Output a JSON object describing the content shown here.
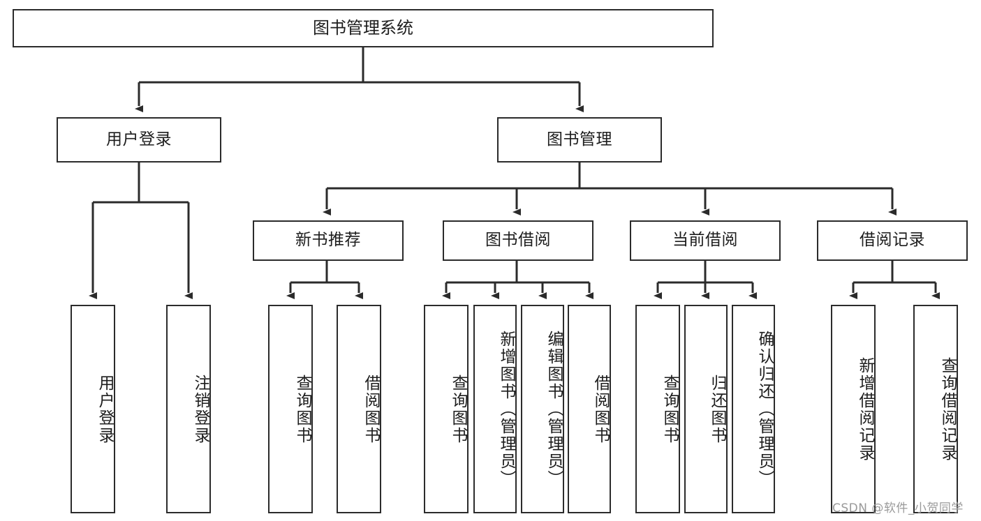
{
  "diagram": {
    "type": "tree-hierarchy",
    "title": "图书管理系统",
    "root": {
      "label": "图书管理系统"
    },
    "level2": [
      {
        "label": "用户登录"
      },
      {
        "label": "图书管理"
      }
    ],
    "level3": [
      {
        "label": "新书推荐"
      },
      {
        "label": "图书借阅"
      },
      {
        "label": "当前借阅"
      },
      {
        "label": "借阅记录"
      }
    ],
    "leaves": {
      "user_login": [
        {
          "label": "用户登录"
        },
        {
          "label": "注销登录"
        }
      ],
      "new_book_recommend": [
        {
          "label": "查询图书"
        },
        {
          "label": "借阅图书"
        }
      ],
      "book_borrow": [
        {
          "label": "查询图书"
        },
        {
          "label": "新增图书（管理员）"
        },
        {
          "label": "编辑图书（管理员）"
        },
        {
          "label": "借阅图书"
        }
      ],
      "current_borrow": [
        {
          "label": "查询图书"
        },
        {
          "label": "归还图书"
        },
        {
          "label": "确认归还（管理员）"
        }
      ],
      "borrow_record": [
        {
          "label": "新增借阅记录"
        },
        {
          "label": "查询借阅记录"
        }
      ]
    }
  },
  "watermark": {
    "text": "CSDN @软件_小贺同学"
  },
  "colors": {
    "stroke": "#2b2b2b",
    "fill": "#ffffff",
    "text": "#1d1d1d",
    "watermark": "#9a9a9a"
  }
}
